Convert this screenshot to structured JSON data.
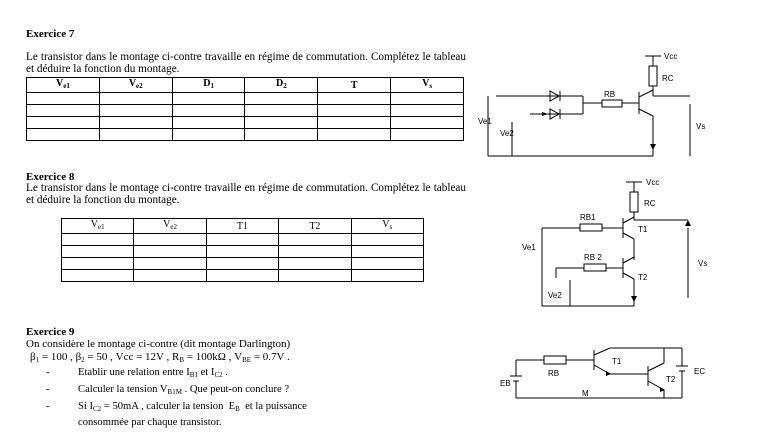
{
  "ex7": {
    "title": "Exercice 7",
    "text": "Le transistor dans le montage ci-contre travaille en régime de commutation. Complétez le tableau et déduire la fonction du montage.",
    "headers": [
      "Ve1",
      "Ve2",
      "D1",
      "D2",
      "T",
      "Vs"
    ],
    "circuit": {
      "vcc": "Vcc",
      "rc": "RC",
      "rb": "RB",
      "ve1": "Ve1",
      "ve2": "Ve2",
      "vs": "Vs"
    }
  },
  "ex8": {
    "title": "Exercice 8",
    "text": "Le transistor dans le montage ci-contre travaille en régime de commutation. Complétez le tableau et déduire la fonction du montage.",
    "headers": [
      "Ve1",
      "Ve2",
      "T1",
      "T2",
      "Vs"
    ],
    "circuit": {
      "vcc": "Vcc",
      "rc": "RC",
      "rb1": "RB1",
      "rb2": "RB 2",
      "t1": "T1",
      "t2": "T2",
      "ve1": "Ve1",
      "ve2": "Ve2",
      "vs": "Vs"
    }
  },
  "ex9": {
    "title": "Exercice 9",
    "intro": "On considère le montage ci-contre (dit montage Darlington)",
    "params": "β1 = 100 , β2 = 50 , Vcc = 12V , RB = 100kΩ , VBE = 0.7V .",
    "items": [
      "Etablir une relation entre IB1 et IC2 .",
      "Calculer la tension VB1M . Que peut-on conclure ?",
      "Si IC2 = 50mA , calculer la tension EB et la puissance consommée par chaque transistor."
    ],
    "circuit": {
      "eb": "EB",
      "rb": "RB",
      "t1": "T1",
      "t2": "T2",
      "m": "M",
      "ec": "EC"
    }
  }
}
